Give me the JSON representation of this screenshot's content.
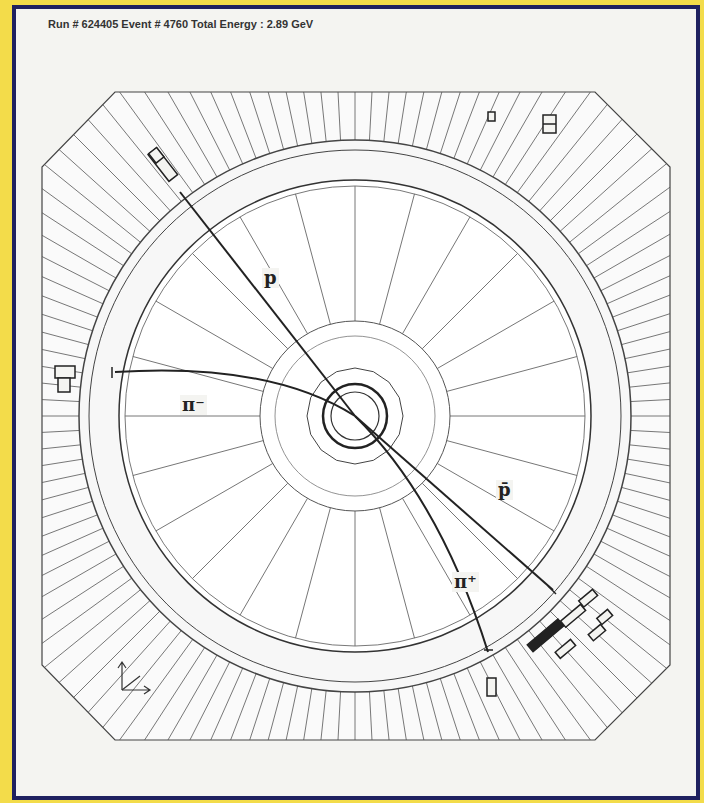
{
  "diagram": {
    "title": "Run # 624405 Event # 4760 Total Energy : 2.89 GeV",
    "labels": [
      "p",
      "π⁻",
      "p̄",
      "π⁺"
    ]
  }
}
